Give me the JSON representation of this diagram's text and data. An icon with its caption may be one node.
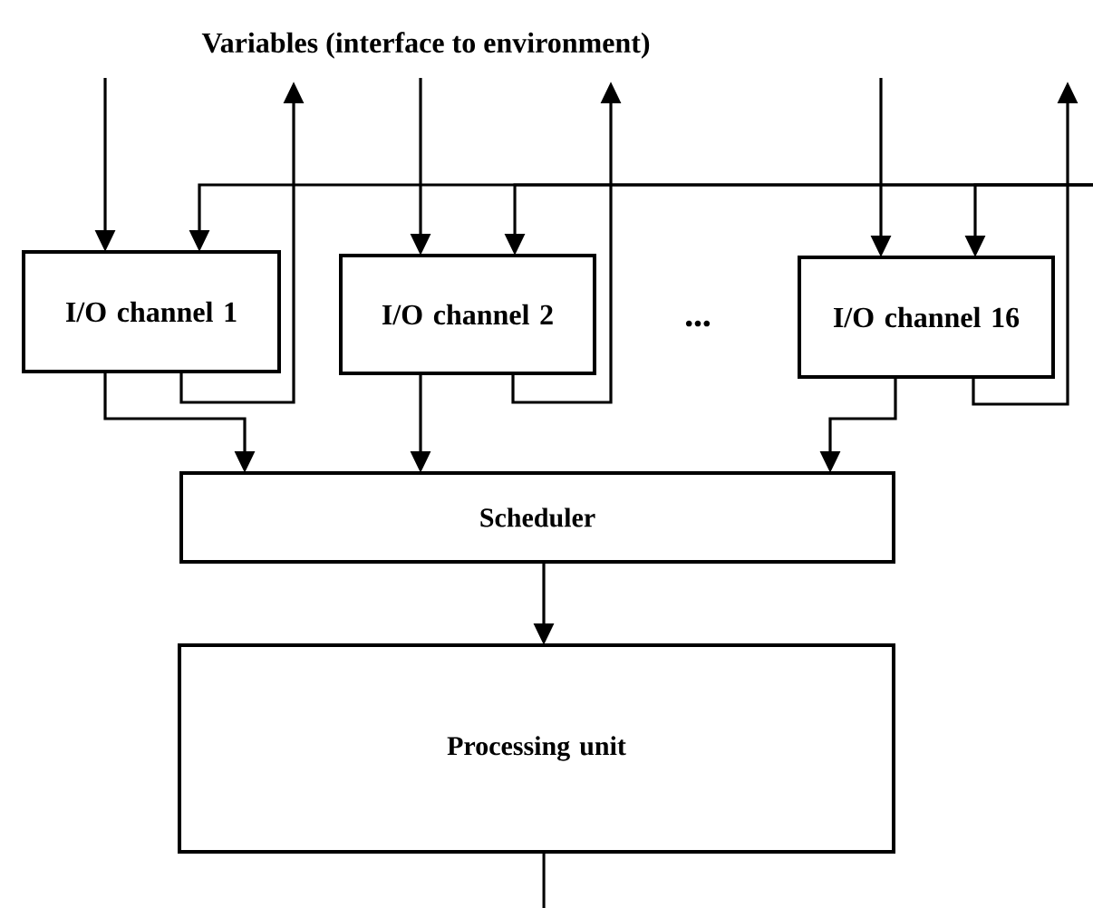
{
  "diagram": {
    "title": "Variables (interface to environment)",
    "nodes": [
      {
        "text": [
          "I/O channel 1"
        ]
      },
      {
        "text": [
          "I/O channel 2"
        ]
      },
      {
        "text": [
          "I/O channel 16"
        ]
      },
      {
        "text": [
          "Scheduler"
        ]
      },
      {
        "text": [
          "Processing unit"
        ]
      }
    ],
    "edges": [
      {
        "from": null,
        "to": 0,
        "arrow": "to"
      },
      {
        "from": 0,
        "to": null,
        "arrow": "to"
      },
      {
        "from": null,
        "to": 1,
        "arrow": "to"
      },
      {
        "from": 1,
        "to": null,
        "arrow": "to"
      },
      {
        "from": null,
        "to": 2,
        "arrow": "to"
      },
      {
        "from": 2,
        "to": null,
        "arrow": "to"
      },
      {
        "from": null,
        "to": 0,
        "arrow": "to"
      },
      {
        "from": null,
        "to": 1,
        "arrow": "to"
      },
      {
        "from": null,
        "to": 2,
        "arrow": "to"
      },
      {
        "from": 0,
        "to": 3,
        "arrow": "to"
      },
      {
        "from": 1,
        "to": 3,
        "arrow": "to"
      },
      {
        "from": 2,
        "to": 3,
        "arrow": "to"
      },
      {
        "from": 3,
        "to": 4,
        "arrow": "to"
      },
      {
        "from": 4,
        "to": null,
        "arrow": "none"
      }
    ],
    "labels": [
      "•••"
    ]
  }
}
